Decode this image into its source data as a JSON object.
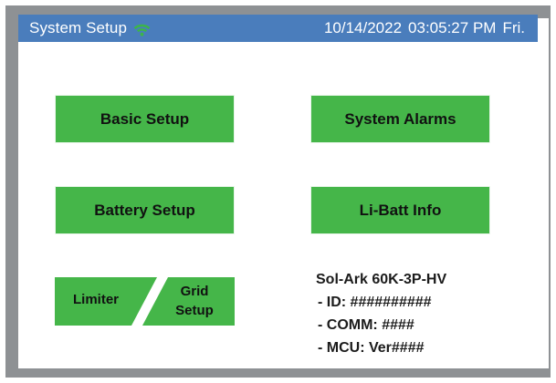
{
  "titlebar": {
    "title": "System Setup",
    "wifi_icon": "wifi-icon",
    "wifi_color": "#3cb54a",
    "bar_color": "#4a7dbc",
    "date": "10/14/2022",
    "time": "03:05:27 PM",
    "weekday": "Fri."
  },
  "theme": {
    "button_green": "#45b649",
    "bezel_gray": "#8e9194",
    "screen_white": "#ffffff",
    "text_black": "#111111"
  },
  "menu": {
    "left_column": [
      {
        "label": "Basic Setup",
        "name": "basic-setup-button"
      },
      {
        "label": "Battery Setup",
        "name": "battery-setup-button"
      }
    ],
    "right_column": [
      {
        "label": "System Alarms",
        "name": "system-alarms-button"
      },
      {
        "label": "Li-Batt Info",
        "name": "li-batt-info-button"
      }
    ],
    "split_button": {
      "left_label": "Limiter",
      "right_label_line1": "Grid",
      "right_label_line2": "Setup"
    }
  },
  "device_info": {
    "model": "Sol-Ark 60K-3P-HV",
    "id_line": "- ID: ##########",
    "comm_line": "- COMM: ####",
    "mcu_line": "- MCU: Ver####"
  }
}
